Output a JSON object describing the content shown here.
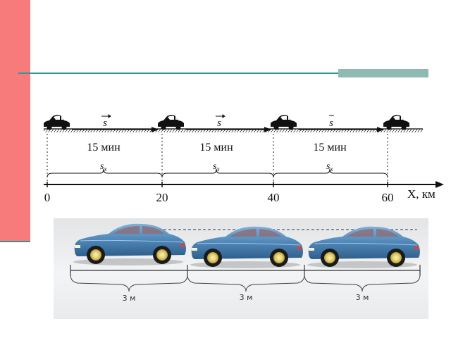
{
  "diagram": {
    "vector_label": "s",
    "segment_time": "15 мин",
    "segment_projection": "s",
    "projection_subscript": "x",
    "x_ticks": [
      "0",
      "20",
      "40",
      "60"
    ],
    "axis_label": "X, км"
  },
  "photo": {
    "spacing_label": "3 м"
  },
  "colors": {
    "accent_bar": "#f77b7b",
    "teal_line": "#2b9a94",
    "car_blue": "#4f86b6"
  }
}
